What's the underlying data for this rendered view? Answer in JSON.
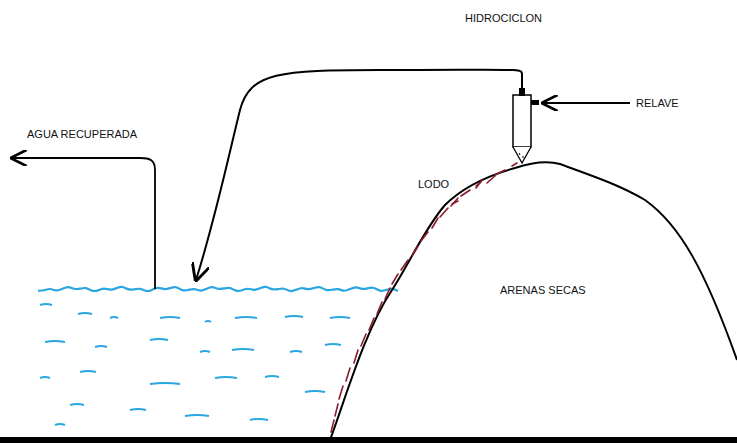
{
  "diagram": {
    "labels": [
      "HIDROCICLON",
      "RELAVE",
      "AGUA RECUPERADA",
      "LODO",
      "ARENAS SECAS"
    ]
  }
}
